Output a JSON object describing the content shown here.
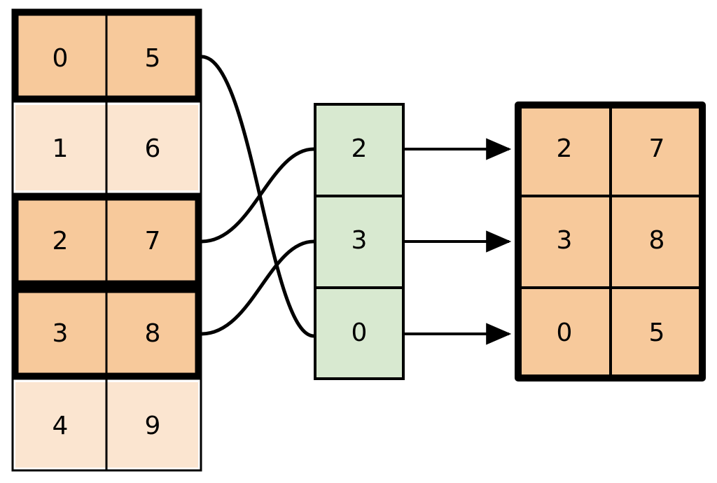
{
  "diagram": {
    "type": "index-gather-diagram",
    "colors": {
      "cell_highlight": "#F7C99B",
      "cell_normal": "#FBE5D0",
      "index_cell": "#D8E9D0",
      "stroke": "#000000",
      "background": "#FFFFFF"
    },
    "source_table": {
      "name": "source-table",
      "rows": 5,
      "cols": 2,
      "values": [
        [
          "0",
          "5"
        ],
        [
          "1",
          "6"
        ],
        [
          "2",
          "7"
        ],
        [
          "3",
          "8"
        ],
        [
          "4",
          "9"
        ]
      ],
      "highlighted_rows": [
        0,
        2,
        3
      ]
    },
    "index_column": {
      "name": "index-column",
      "values": [
        "2",
        "3",
        "0"
      ]
    },
    "result_table": {
      "name": "result-table",
      "rows": 3,
      "cols": 2,
      "values": [
        [
          "2",
          "7"
        ],
        [
          "3",
          "8"
        ],
        [
          "0",
          "5"
        ]
      ]
    },
    "connections": [
      {
        "name": "link-source-row-0-to-index-2",
        "from_row": 0,
        "to_index": 2
      },
      {
        "name": "link-source-row-2-to-index-0",
        "from_row": 2,
        "to_index": 0
      },
      {
        "name": "link-source-row-3-to-index-1",
        "from_row": 3,
        "to_index": 1
      }
    ],
    "arrows": [
      {
        "name": "arrow-index-0-to-result-row-0",
        "from_index": 0,
        "to_row": 0
      },
      {
        "name": "arrow-index-1-to-result-row-1",
        "from_index": 1,
        "to_row": 1
      },
      {
        "name": "arrow-index-2-to-result-row-2",
        "from_index": 2,
        "to_row": 2
      }
    ]
  }
}
